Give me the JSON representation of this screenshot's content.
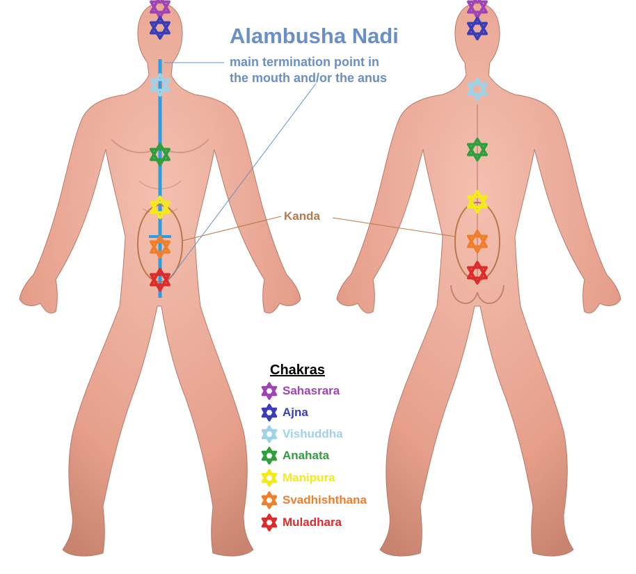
{
  "nadi": {
    "title": "Alambusha Nadi",
    "description_line1": "main termination point in",
    "description_line2": "the mouth and/or the anus",
    "color": "#6a8fc4",
    "channel_color": "#2a9ee0"
  },
  "kanda": {
    "label": "Kanda",
    "color": "#b8784a"
  },
  "legend": {
    "title": "Chakras",
    "items": [
      {
        "name": "Sahasrara",
        "color": "#a044b5"
      },
      {
        "name": "Ajna",
        "color": "#3a3db8"
      },
      {
        "name": "Vishuddha",
        "color": "#9fd2e6"
      },
      {
        "name": "Anahata",
        "color": "#2f9e3c"
      },
      {
        "name": "Manipura",
        "color": "#f3ea18"
      },
      {
        "name": "Svadhishthana",
        "color": "#ef7f2a"
      },
      {
        "name": "Muladhara",
        "color": "#dd2b2b"
      }
    ]
  },
  "body": {
    "skin": "#e8a592",
    "skin_shade": "#c98775"
  }
}
